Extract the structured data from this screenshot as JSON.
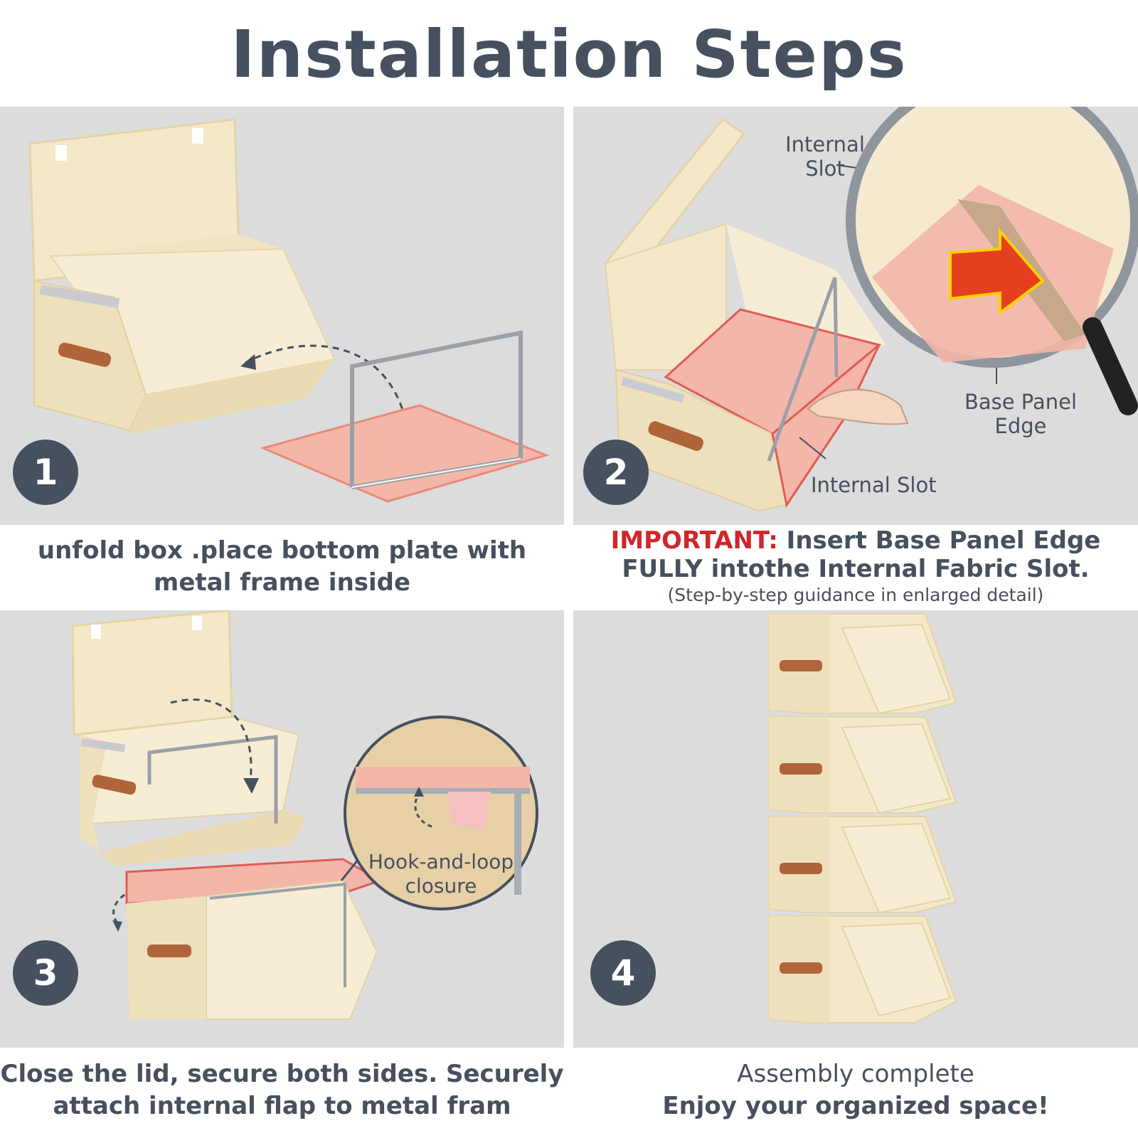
{
  "title": "Installation Steps",
  "colors": {
    "slate": "#46505f",
    "panel_bg": "#dcdcdc",
    "fabric": "#f2e6c7",
    "plate": "#f3b6a8",
    "accent_red": "#d0262b",
    "leather": "#b0643a"
  },
  "steps": [
    {
      "number": "1",
      "caption_line1": "unfold box .place bottom plate with",
      "caption_line2": "metal frame inside"
    },
    {
      "number": "2",
      "important_label": "IMPORTANT:",
      "caption_line1": " Insert Base Panel Edge",
      "caption_line2": "FULLY intothe Internal Fabric Slot.",
      "caption_note": "(Step-by-step guidance in enlarged detail)",
      "callouts": {
        "internal_slot_top_line1": "Internal",
        "internal_slot_top_line2": "Slot",
        "base_panel_line1": "Base Panel",
        "base_panel_line2": "Edge",
        "internal_slot_bottom": "Internal Slot"
      }
    },
    {
      "number": "3",
      "caption_line1": "Close the lid, secure both sides. Securely",
      "caption_line2": "attach internal flap to metal fram",
      "callouts": {
        "hook_line1": "Hook-and-loop",
        "hook_line2": "closure"
      }
    },
    {
      "number": "4",
      "caption_line1": "Assembly complete",
      "caption_line2": "Enjoy your organized space!"
    }
  ]
}
